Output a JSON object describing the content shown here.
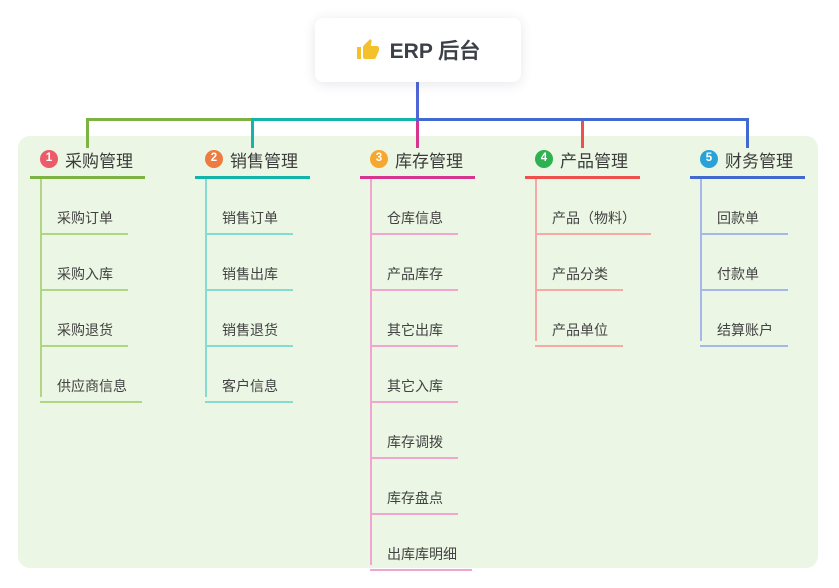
{
  "root": {
    "label": "ERP 后台",
    "icon": "thumbs-up-icon",
    "icon_color": "#f2c12b",
    "stem_color": "#4f66d6"
  },
  "panel_color": "#ebf6e4",
  "branches": [
    {
      "number": "1",
      "label": "采购管理",
      "badge_color": "#ec5b69",
      "line_color": "#7cb342",
      "child_line_color": "#aed684",
      "children": [
        "采购订单",
        "采购入库",
        "采购退货",
        "供应商信息"
      ]
    },
    {
      "number": "2",
      "label": "销售管理",
      "badge_color": "#ee7b3f",
      "line_color": "#13b5ab",
      "child_line_color": "#85dad2",
      "children": [
        "销售订单",
        "销售出库",
        "销售退货",
        "客户信息"
      ]
    },
    {
      "number": "3",
      "label": "库存管理",
      "badge_color": "#f7a72e",
      "line_color": "#d6368f",
      "child_line_color": "#efa6d1",
      "children": [
        "仓库信息",
        "产品库存",
        "其它出库",
        "其它入库",
        "库存调拨",
        "库存盘点",
        "出库库明细"
      ]
    },
    {
      "number": "4",
      "label": "产品管理",
      "badge_color": "#2eb150",
      "line_color": "#ef504b",
      "child_line_color": "#f9a9a5",
      "children": [
        "产品（物料）",
        "产品分类",
        "产品单位"
      ]
    },
    {
      "number": "5",
      "label": "财务管理",
      "badge_color": "#29a2d8",
      "line_color": "#4169cf",
      "child_line_color": "#a4b9ea",
      "children": [
        "回款单",
        "付款单",
        "结算账户"
      ]
    }
  ]
}
